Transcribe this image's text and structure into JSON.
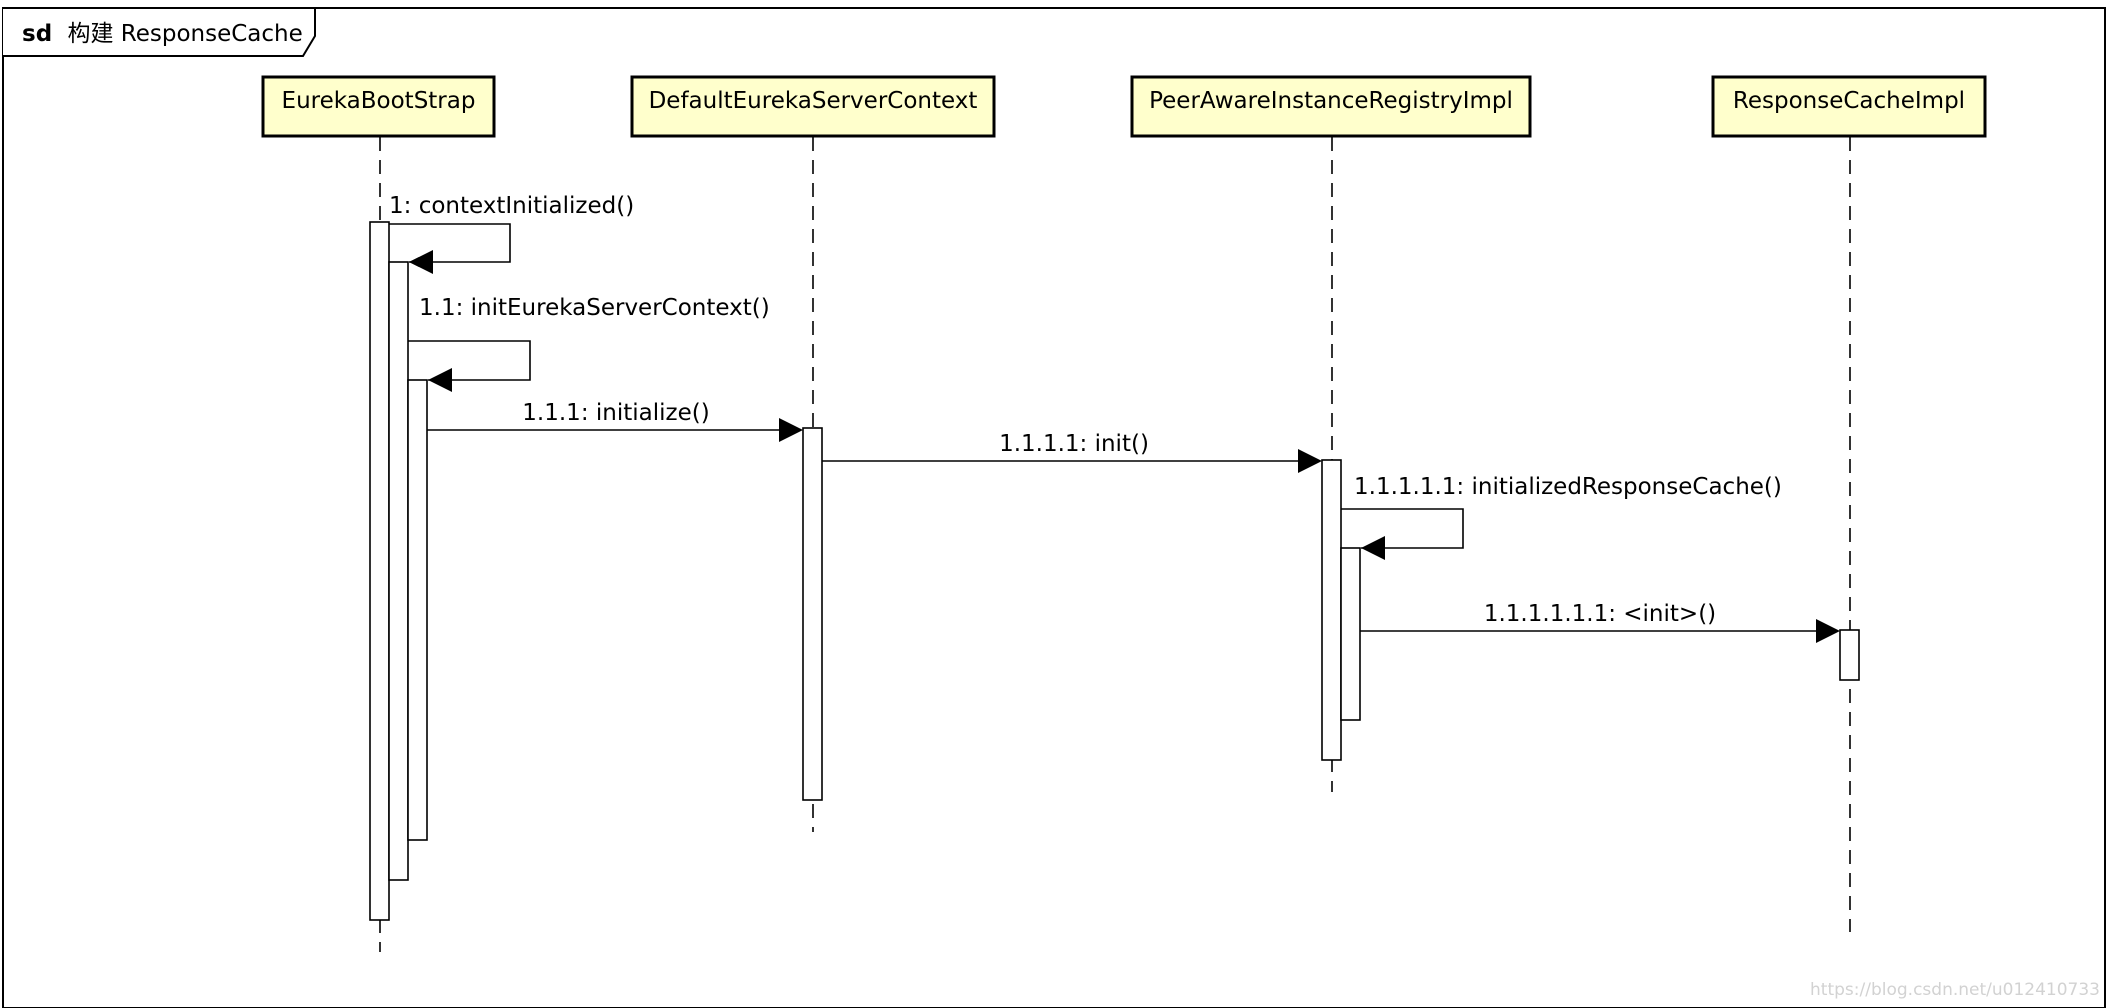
{
  "frame": {
    "keyword": "sd",
    "name": "构建 ResponseCache"
  },
  "participants": [
    {
      "id": "p0",
      "name": "EurekaBootStrap"
    },
    {
      "id": "p1",
      "name": "DefaultEurekaServerContext"
    },
    {
      "id": "p2",
      "name": "PeerAwareInstanceRegistryImpl"
    },
    {
      "id": "p3",
      "name": "ResponseCacheImpl"
    }
  ],
  "messages": [
    {
      "id": "m1",
      "label": "1: contextInitialized()",
      "from": "p0",
      "to": "p0"
    },
    {
      "id": "m2",
      "label": "1.1: initEurekaServerContext()",
      "from": "p0",
      "to": "p0"
    },
    {
      "id": "m3",
      "label": "1.1.1: initialize()",
      "from": "p0",
      "to": "p1"
    },
    {
      "id": "m4",
      "label": "1.1.1.1: init()",
      "from": "p1",
      "to": "p2"
    },
    {
      "id": "m5",
      "label": "1.1.1.1.1: initializedResponseCache()",
      "from": "p2",
      "to": "p2"
    },
    {
      "id": "m6",
      "label": "1.1.1.1.1.1: <init>()",
      "from": "p2",
      "to": "p3"
    }
  ],
  "watermark": "https://blog.csdn.net/u012410733",
  "colors": {
    "participant_fill": "#ffffcc",
    "stroke": "#000000",
    "activation_fill": "#ffffff",
    "watermark": "#d2d2d2"
  }
}
